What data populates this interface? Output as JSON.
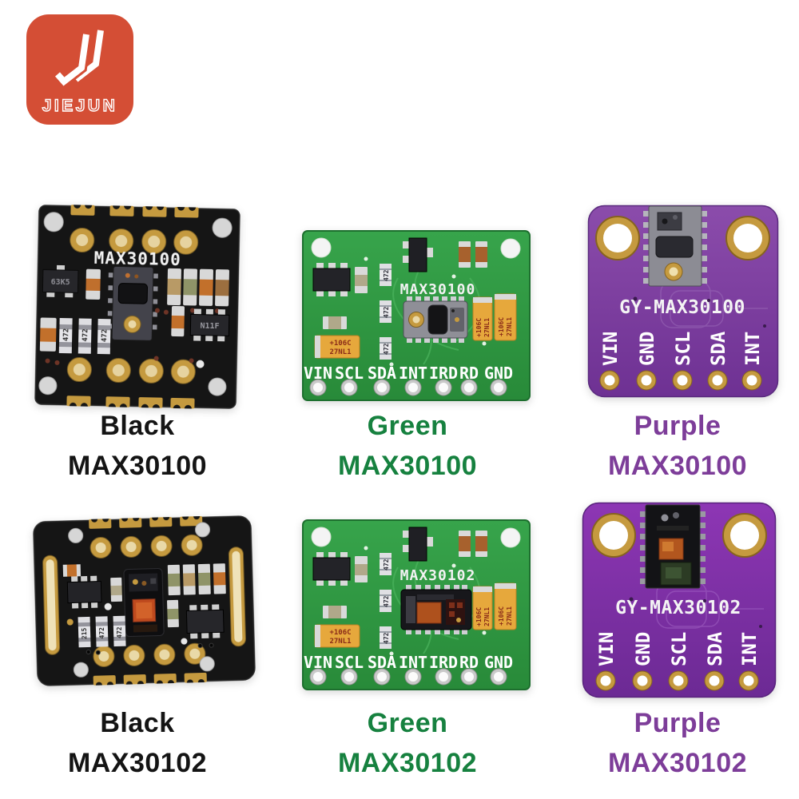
{
  "page": {
    "background": "#ffffff"
  },
  "logo": {
    "brand": "JIEJUN",
    "bg_color": "#d44e35"
  },
  "colors": {
    "caption_black": "#141414",
    "caption_green": "#16813f",
    "caption_purple": "#7d3d99",
    "pcb_green": "#2f9b41",
    "pcb_purple_row1": "#8b4cab",
    "pcb_purple_row2": "#8d36b4",
    "pcb_black": "#151515",
    "gold_pad": "#c59a3f"
  },
  "markings": {
    "res472": "472",
    "res215": "215",
    "cap_plus": "+106C",
    "cap_lot": "27NL1",
    "sot_63k5": "63K5",
    "sot_n11f": "N11F"
  },
  "modules": [
    {
      "variant": "black",
      "silkscreen": "MAX30100",
      "caption_color": "Black",
      "caption_part": "MAX30100"
    },
    {
      "variant": "green",
      "silkscreen": "MAX30100",
      "caption_color": "Green",
      "caption_part": "MAX30100",
      "pins": [
        "VIN",
        "SCL",
        "SDA",
        "INT",
        "IRD",
        "RD",
        "GND"
      ]
    },
    {
      "variant": "purple",
      "silkscreen": "GY-MAX30100",
      "caption_color": "Purple",
      "caption_part": "MAX30100",
      "pins": [
        "VIN",
        "GND",
        "SCL",
        "SDA",
        "INT"
      ]
    },
    {
      "variant": "black",
      "silkscreen": "",
      "caption_color": "Black",
      "caption_part": "MAX30102"
    },
    {
      "variant": "green",
      "silkscreen": "MAX30102",
      "caption_color": "Green",
      "caption_part": "MAX30102",
      "pins": [
        "VIN",
        "SCL",
        "SDA",
        "INT",
        "IRD",
        "RD",
        "GND"
      ]
    },
    {
      "variant": "purple",
      "silkscreen": "GY-MAX30102",
      "caption_color": "Purple",
      "caption_part": "MAX30102",
      "pins": [
        "VIN",
        "GND",
        "SCL",
        "SDA",
        "INT"
      ]
    }
  ]
}
